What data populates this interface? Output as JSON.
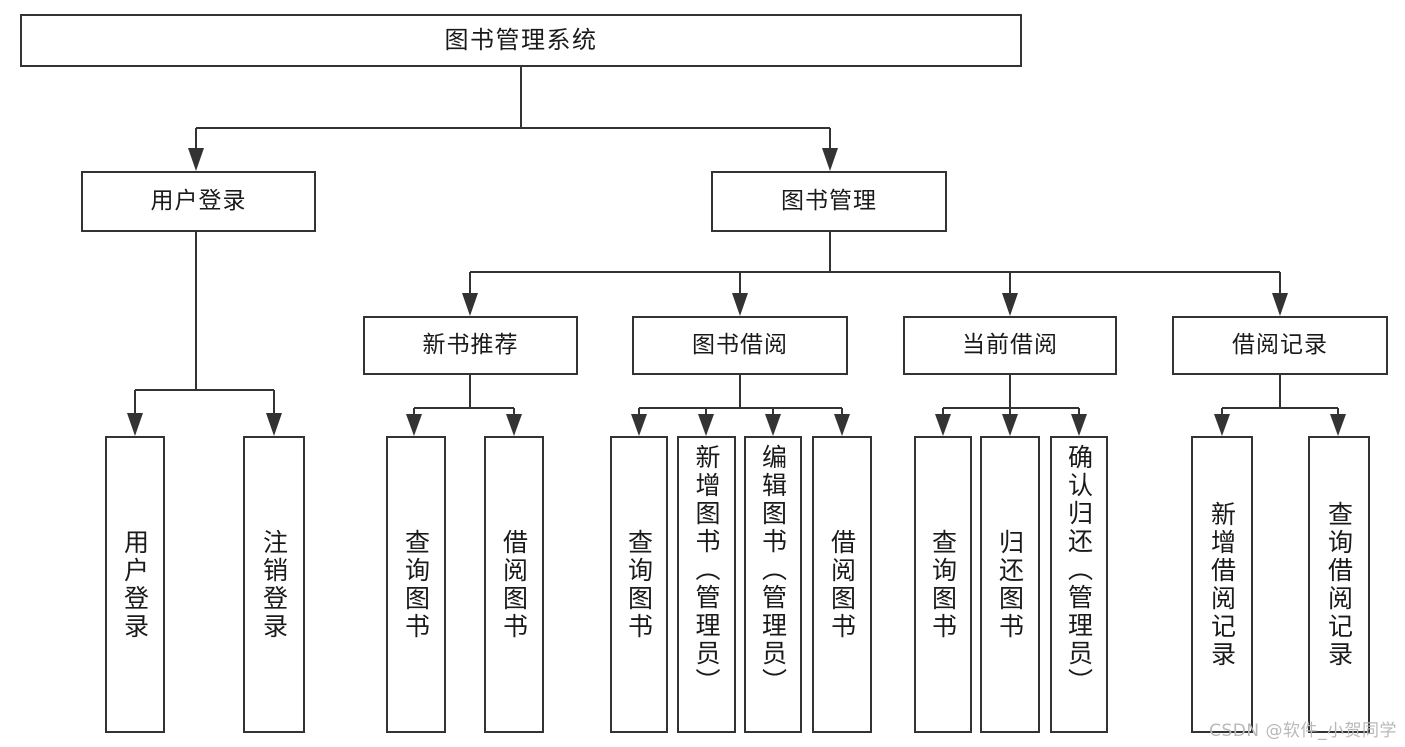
{
  "diagram": {
    "title": "图书管理系统",
    "type": "tree-hierarchy",
    "root": {
      "label": "图书管理系统"
    },
    "level2": [
      {
        "label": "用户登录"
      },
      {
        "label": "图书管理"
      }
    ],
    "level3": [
      {
        "label": "新书推荐"
      },
      {
        "label": "图书借阅"
      },
      {
        "label": "当前借阅"
      },
      {
        "label": "借阅记录"
      }
    ],
    "leaves": {
      "user_login": [
        {
          "label": "用户登录"
        },
        {
          "label": "注销登录"
        }
      ],
      "new_book_recommend": [
        {
          "label": "查询图书"
        },
        {
          "label": "借阅图书"
        }
      ],
      "book_borrow": [
        {
          "label": "查询图书"
        },
        {
          "label": "新增图书（管理员）"
        },
        {
          "label": "编辑图书（管理员）"
        },
        {
          "label": "借阅图书"
        }
      ],
      "current_borrow": [
        {
          "label": "查询图书"
        },
        {
          "label": "归还图书"
        },
        {
          "label": "确认归还（管理员）"
        }
      ],
      "borrow_record": [
        {
          "label": "新增借阅记录"
        },
        {
          "label": "查询借阅记录"
        }
      ]
    }
  },
  "watermark": {
    "text": "CSDN @软件_小贺同学"
  },
  "colors": {
    "stroke": "#333333",
    "background": "#ffffff",
    "text": "#1a1a1a",
    "watermark": "#b9b9b9"
  }
}
